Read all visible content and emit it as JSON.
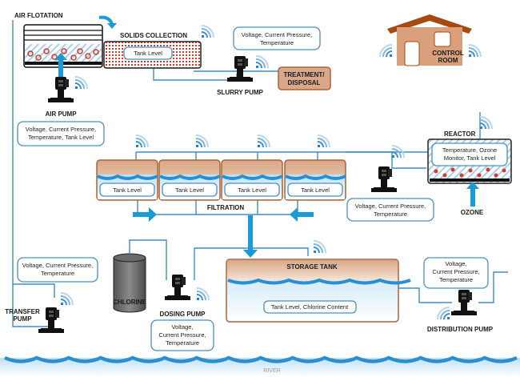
{
  "title": "Water Treatment Plant Monitoring Diagram",
  "units": {
    "air_flotation": {
      "label": "AIR FLOTATION"
    },
    "solids_collection": {
      "label": "SOLIDS COLLECTION",
      "sensor": "Tank Level"
    },
    "air_pump": {
      "label": "AIR PUMP",
      "sensors": [
        "Voltage, Current Pressure,",
        "Temperature, Tank Level"
      ]
    },
    "slurry_pump": {
      "label": "SLURRY PUMP",
      "sensors": [
        "Voltage, Current Pressure,",
        "Temperature"
      ]
    },
    "treatment_disposal": {
      "label_lines": [
        "TREATMENT/",
        "DISPOSAL"
      ]
    },
    "control_room": {
      "label_lines": [
        "CONTROL",
        "ROOM"
      ]
    },
    "reactor": {
      "label": "REACTOR",
      "sensors": [
        "Temperature, Ozone",
        "Monitor, Tank Level"
      ]
    },
    "ozone": {
      "label": "OZONE"
    },
    "filtration": {
      "label": "FILTRATION",
      "tanks": [
        "Tank Level",
        "Tank Level",
        "Tank Level",
        "Tank Level"
      ]
    },
    "filtration_pump": {
      "sensors": [
        "Voltage, Current Pressure,",
        "Temperature"
      ]
    },
    "chlorine": {
      "label": "CHLORINE"
    },
    "dosing_pump": {
      "label": "DOSING PUMP",
      "sensors": [
        "Voltage,",
        "Current Pressure,",
        "Temperature"
      ]
    },
    "storage_tank": {
      "label": "STORAGE TANK",
      "sensor": "Tank Level, Chlorine Content"
    },
    "transfer_pump": {
      "label_lines": [
        "TRANSFER",
        "PUMP"
      ],
      "sensors": [
        "Voltage, Current Pressure,",
        "Temperature"
      ]
    },
    "distribution_pump": {
      "label": "DISTRIBUTION PUMP",
      "sensors": [
        "Voltage,",
        "Current Pressure,",
        "Temperature"
      ]
    },
    "river": {
      "label": "RIVER"
    }
  },
  "colors": {
    "pipe": "#3b8fc4",
    "arrow": "#1a9ad6",
    "tank_fill": "#e8c7ad",
    "tank_border": "#b5612b",
    "water": "#2a8fd0",
    "house": "#d9a07b",
    "roof": "#a64a12"
  }
}
